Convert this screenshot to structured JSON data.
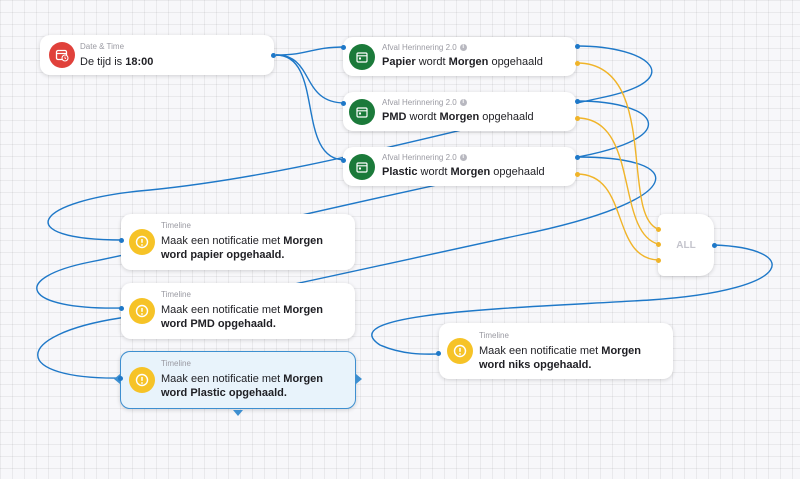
{
  "colors": {
    "wire_true": "#1e78c8",
    "wire_false": "#f0b429",
    "accent_selected": "#3d8fd0"
  },
  "trigger": {
    "caption": "Date & Time",
    "text_pre": "De tijd is ",
    "text_bold": "18:00",
    "icon": "calendar-clock-icon"
  },
  "conditions": [
    {
      "caption": "Afval Herinnering 2.0",
      "bold1": "Papier",
      "mid": " wordt ",
      "bold2": "Morgen",
      "post": " opgehaald",
      "icon": "calendar-icon"
    },
    {
      "caption": "Afval Herinnering 2.0",
      "bold1": "PMD",
      "mid": " wordt ",
      "bold2": "Morgen",
      "post": " opgehaald",
      "icon": "calendar-icon"
    },
    {
      "caption": "Afval Herinnering 2.0",
      "bold1": "Plastic",
      "mid": " wordt ",
      "bold2": "Morgen",
      "post": " opgehaald",
      "icon": "calendar-icon"
    }
  ],
  "all_node": {
    "label": "ALL"
  },
  "actions": [
    {
      "caption": "Timeline",
      "pre": "Maak een notificatie met ",
      "bold": "Morgen",
      "line2": "word papier opgehaald.",
      "icon": "alert-icon"
    },
    {
      "caption": "Timeline",
      "pre": "Maak een notificatie met ",
      "bold": "Morgen",
      "line2": "word PMD opgehaald.",
      "icon": "alert-icon"
    },
    {
      "caption": "Timeline",
      "pre": "Maak een notificatie met ",
      "bold": "Morgen",
      "line2": "word Plastic opgehaald.",
      "icon": "alert-icon"
    },
    {
      "caption": "Timeline",
      "pre": "Maak een notificatie met ",
      "bold": "Morgen",
      "line2": "word niks opgehaald.",
      "icon": "alert-icon"
    }
  ]
}
